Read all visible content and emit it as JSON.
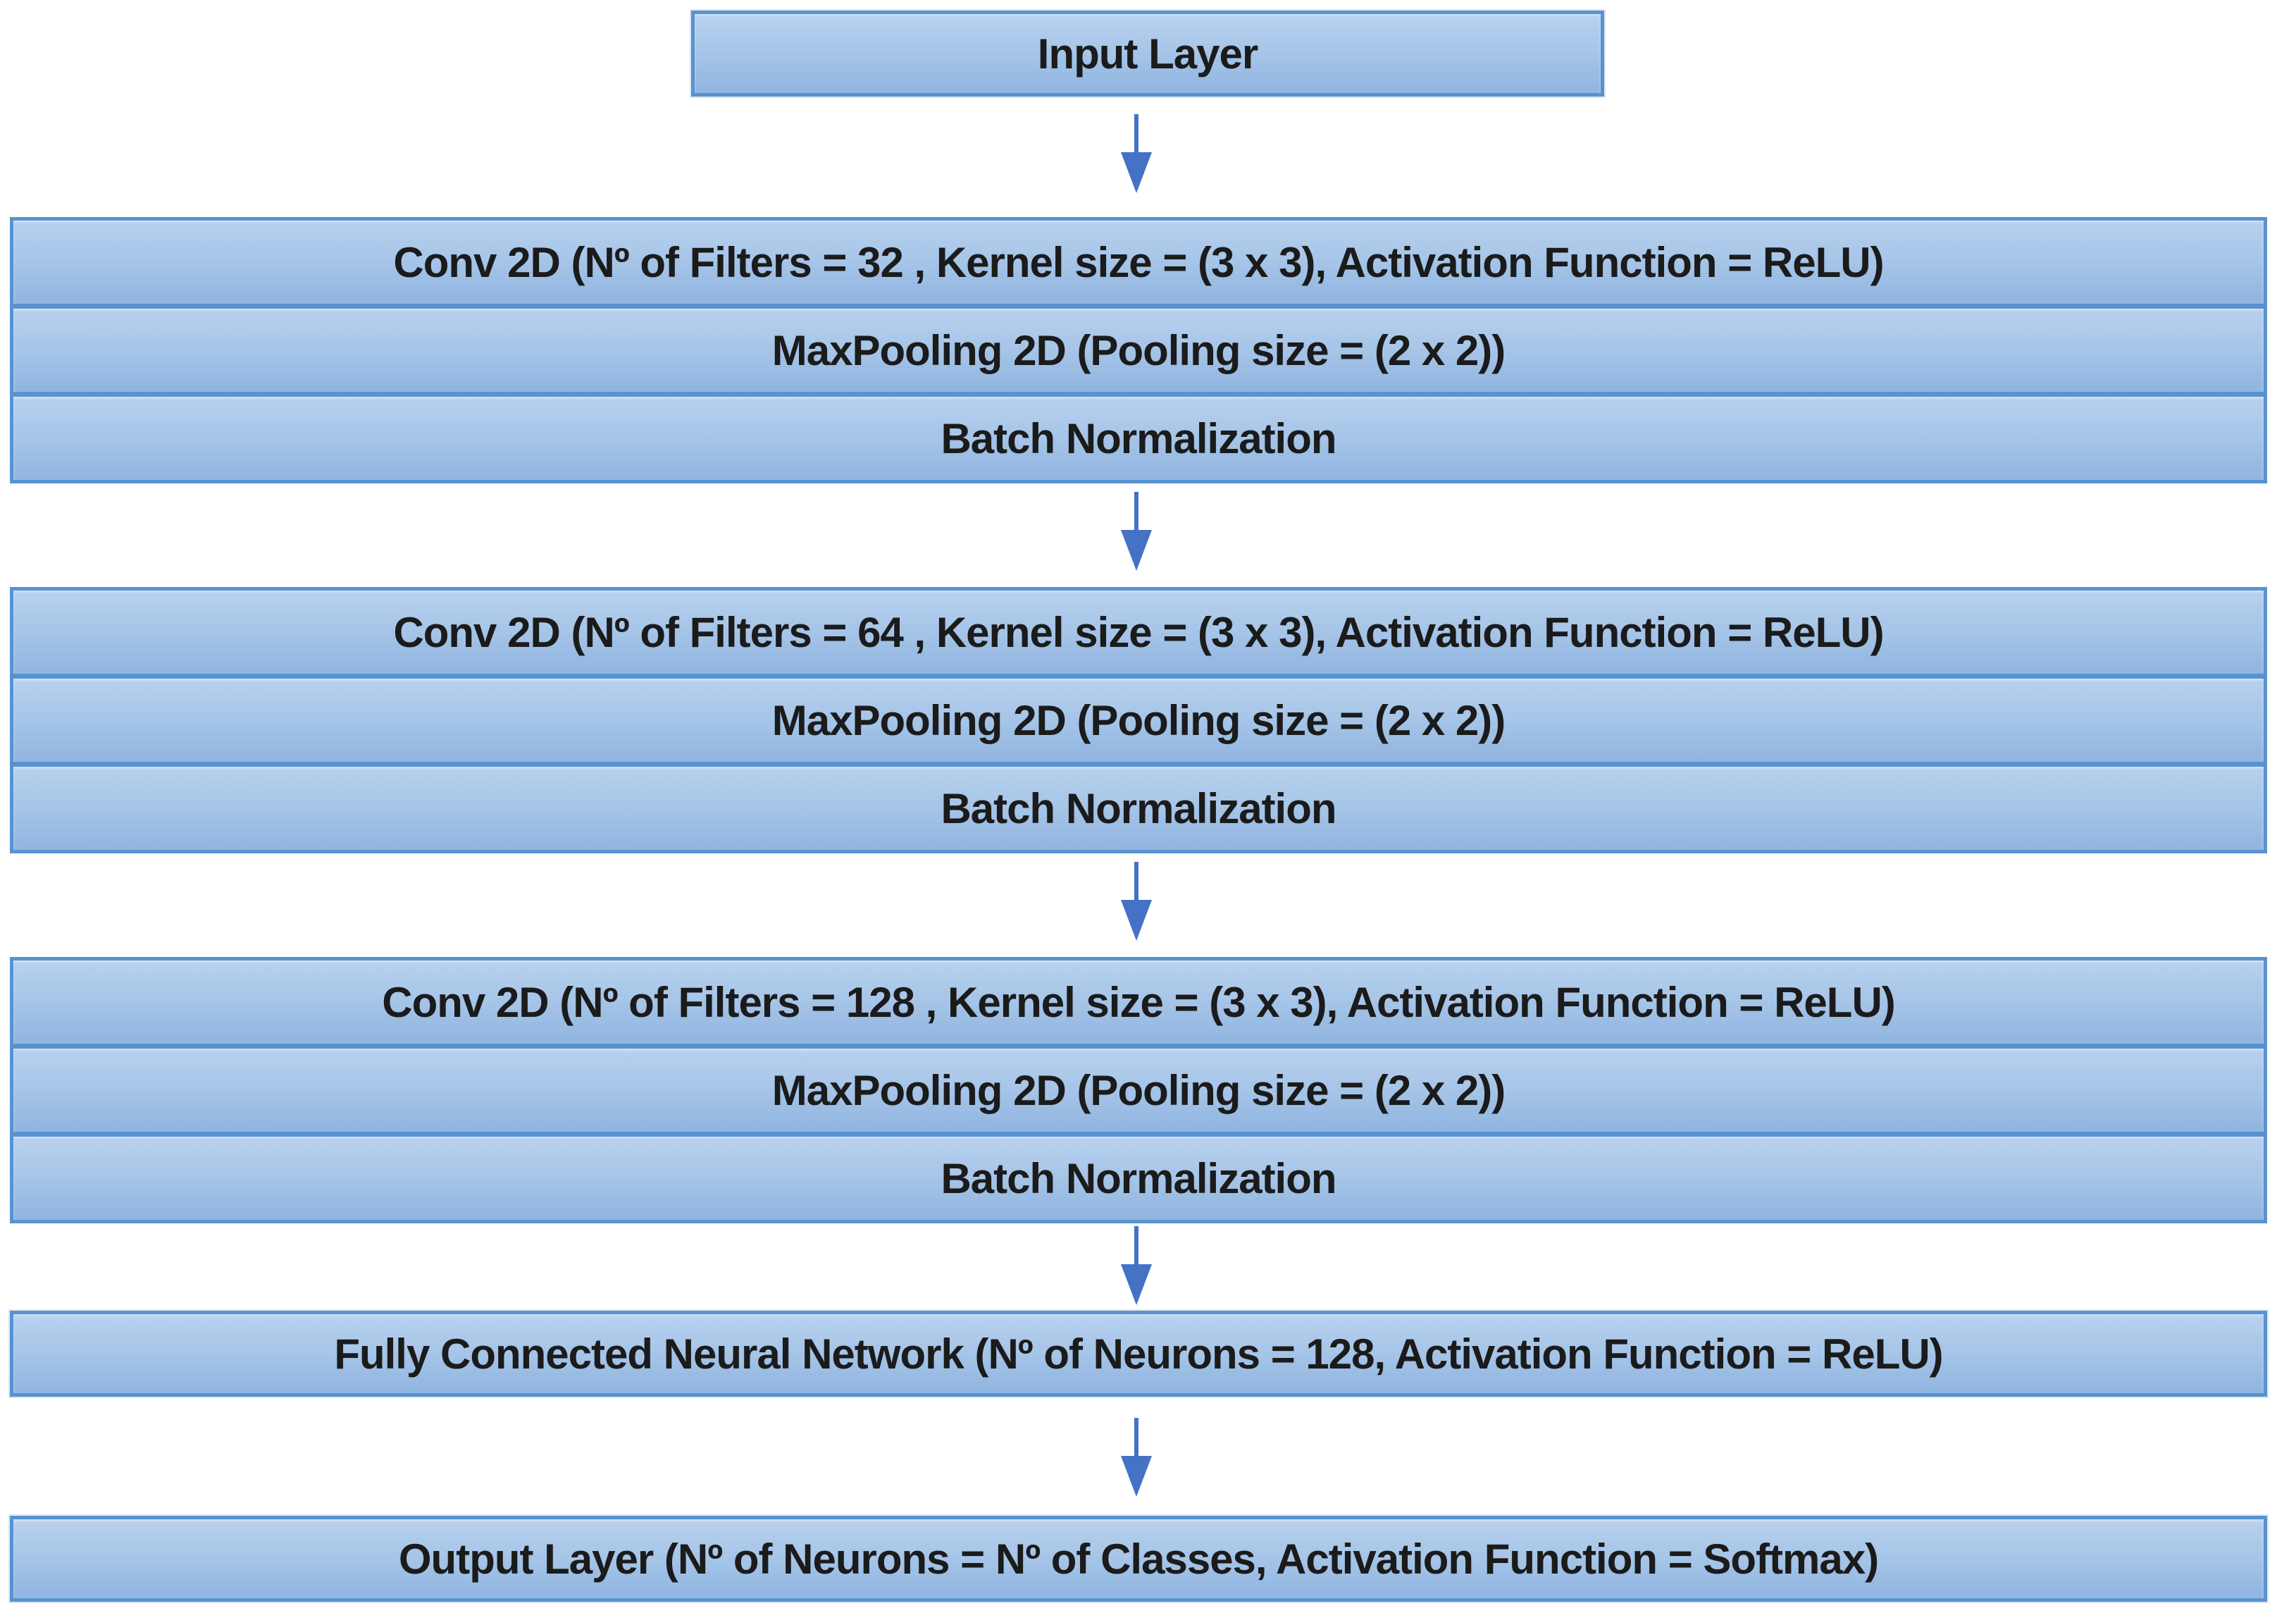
{
  "colors": {
    "box_border": "#5892d0",
    "box_fill_top": "#b9d1ee",
    "box_fill_bottom": "#90b5e0",
    "arrow": "#4472c4",
    "text": "#1b1b1b"
  },
  "flow": {
    "input": {
      "label": "Input Layer"
    },
    "blocks": [
      {
        "rows": [
          "Conv 2D (Nº of Filters = 32 , Kernel size = (3 x 3), Activation Function = ReLU)",
          "MaxPooling 2D (Pooling size = (2 x 2))",
          "Batch Normalization"
        ]
      },
      {
        "rows": [
          "Conv 2D (Nº of Filters = 64 , Kernel size = (3 x 3), Activation Function = ReLU)",
          "MaxPooling 2D (Pooling size = (2 x 2))",
          "Batch Normalization"
        ]
      },
      {
        "rows": [
          "Conv 2D (Nº of Filters = 128 , Kernel size = (3 x 3), Activation Function = ReLU)",
          "MaxPooling 2D (Pooling size = (2 x 2))",
          "Batch Normalization"
        ]
      }
    ],
    "fully_connected": {
      "label": "Fully Connected Neural Network (Nº of Neurons = 128, Activation Function = ReLU)"
    },
    "output": {
      "label": "Output Layer (Nº of Neurons = Nº of Classes, Activation Function = Softmax)"
    }
  }
}
